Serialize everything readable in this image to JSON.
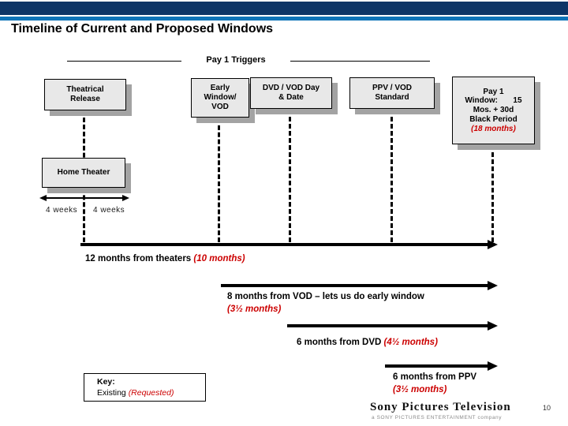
{
  "title": "Timeline of Current and Proposed Windows",
  "page_number": "10",
  "triggers": {
    "label": "Pay 1 Triggers"
  },
  "boxes": {
    "theatrical": "Theatrical\nRelease",
    "early_window": "Early\nWindow/\nVOD",
    "dvd": "DVD / VOD Day\n& Date",
    "ppv": "PPV / VOD\nStandard",
    "pay1_black": "Pay 1\nWindow:       15\nMos. + 30d\nBlack Period",
    "pay1_red": "(18 months)",
    "home_theater": "Home Theater"
  },
  "weeks": {
    "left": "4 weeks",
    "right": "4 weeks"
  },
  "timelines": [
    {
      "black": "12 months from theaters ",
      "red": "(10 months)"
    },
    {
      "black": "8 months from VOD – lets us do early window",
      "red": "(3½ months)"
    },
    {
      "black": "6 months from DVD ",
      "red": "(4½ months)"
    },
    {
      "black": "6 months from PPV",
      "red": "(3½ months)"
    }
  ],
  "key": {
    "title": "Key:",
    "existing": "Existing ",
    "requested": "(Requested)"
  },
  "footer": {
    "logo": "Sony Pictures Television",
    "sub": "a SONY PICTURES ENTERTAINMENT company"
  }
}
